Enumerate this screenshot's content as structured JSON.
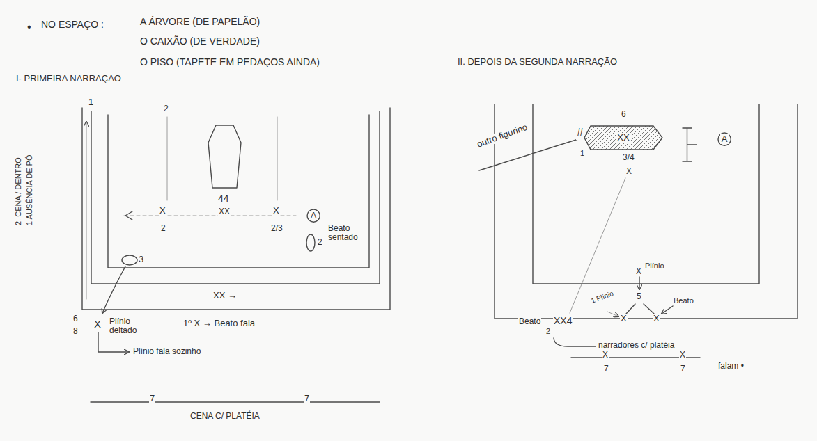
{
  "diagram": {
    "nodes": [
      {
        "text": [
          "A"
        ]
      },
      {
        "text": [
          "XX"
        ]
      },
      {
        "text": [
          "A"
        ]
      }
    ],
    "labels": [
      "•",
      "NO ESPAÇO :",
      "A ÁRVORE (DE PAPELÃO)",
      "O CAIXÃO (DE VERDADE)",
      "O PISO (TAPETE EM PEDAÇOS AINDA)",
      "I- PRIMEIRA NARRAÇÃO",
      "1",
      "2. CENA / DENTRO",
      "1 AUSÊNCIA DE PÓ",
      "2",
      "44",
      "X",
      "2",
      "XX",
      "X",
      "2/3",
      "2",
      "Beato sentado",
      "3",
      "XX →",
      "6",
      "8",
      "X",
      "Plínio deitado",
      "1º X → Beato fala",
      "Plínio fala sozinho",
      "7",
      "7",
      "CENA C/ PLATÉIA",
      "II. DEPOIS DA SEGUNDA NARRAÇÃO",
      "6",
      "#",
      "1",
      "outro figurino",
      "3/4",
      "X",
      "X",
      "Plínio",
      "5",
      "1 Plínio",
      "Beato",
      "X",
      "X",
      "Beato",
      "2",
      "XX4",
      "narradores c/ platéia",
      "X",
      "7",
      "X",
      "7",
      "falam •"
    ]
  }
}
